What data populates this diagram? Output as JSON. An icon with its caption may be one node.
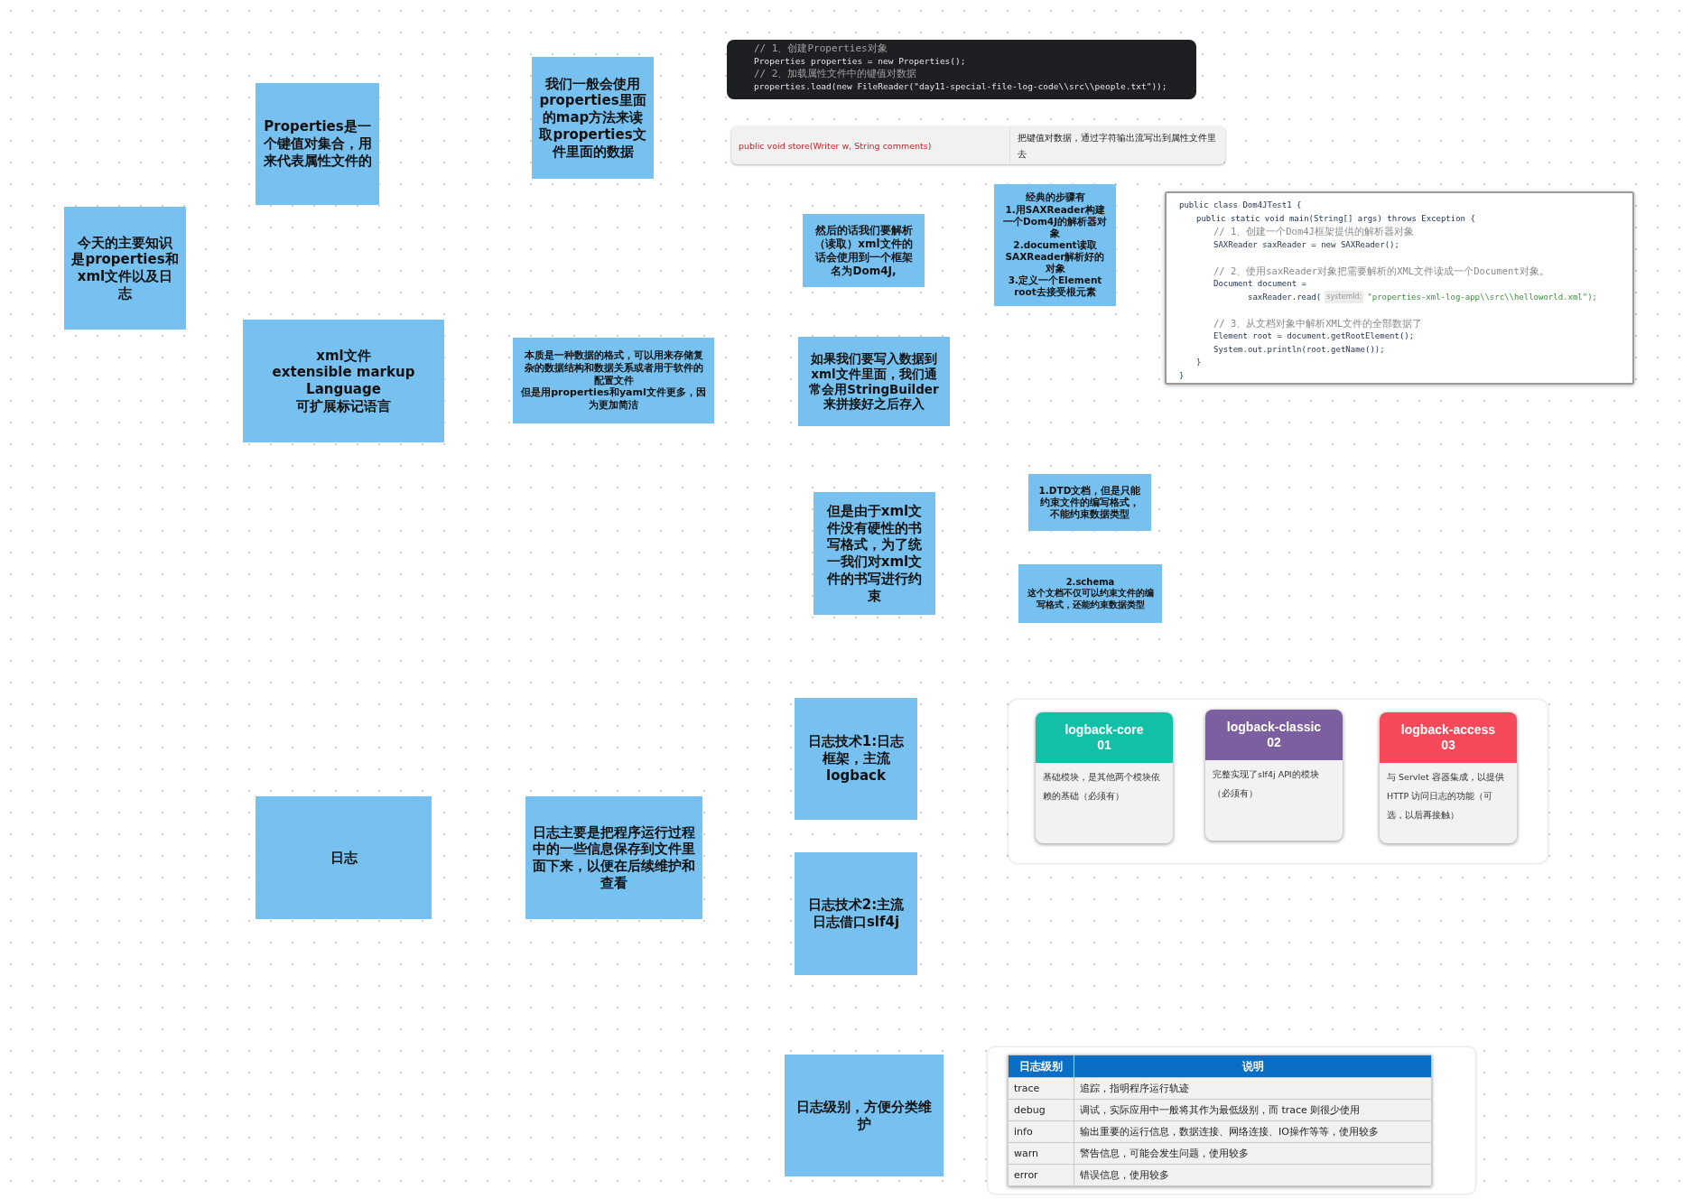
{
  "diagram": {
    "nodes": [
      {
        "text": [
          "今天的主要知识是properties和xml文件以及日志"
        ]
      },
      {
        "text": [
          "Properties是一个键值对集合，用来代表属性文件的"
        ]
      },
      {
        "text": [
          "xml文件",
          "extensible markup Language",
          "可扩展标记语言"
        ]
      },
      {
        "text": [
          "我们一般会使用properties里面的map方法来读取properties文件里面的数据"
        ]
      },
      {
        "text": [
          "本质是一种数据的格式，可以用来存储复杂的数据结构和数据关系或者用于软件的配置文件",
          "但是用properties和yaml文件更多，因为更加简洁"
        ]
      },
      {
        "text": [
          "然后的话我们要解析（读取）xml文件的话会使用到一个框架名为Dom4J,"
        ]
      },
      {
        "text": [
          "经典的步骤有",
          "1.用SAXReader构建一个Dom4J的解析器对象",
          "2.document读取SAXReader解析好的对象",
          "3.定义一个Element root去接受根元素"
        ]
      },
      {
        "text": [
          "如果我们要写入数据到xml文件里面，我们通常会用StringBuilder来拼接好之后存入"
        ]
      },
      {
        "text": [
          "但是由于xml文件没有硬性的书写格式，为了统一我们对xml文件的书写进行约束"
        ]
      },
      {
        "text": [
          "1.DTD文档，但是只能约束文件的编写格式，不能约束数据类型"
        ]
      },
      {
        "text": [
          "2.schema",
          "这个文档不仅可以约束文件的编写格式，还能约束数据类型"
        ]
      },
      {
        "text": [
          "日志技术1:日志框架，主流logback"
        ]
      },
      {
        "text": [
          "logback-core",
          "01",
          "基础模块，是其他两个模块依赖的基础（必须有）"
        ]
      },
      {
        "text": [
          "logback-classic",
          "02",
          "完整实现了slf4j API的模块（必须有）"
        ]
      },
      {
        "text": [
          "logback-access",
          "03",
          "与 Servlet 容器集成，以提供 HTTP 访问日志的功能（可选，以后再接触）"
        ]
      },
      {
        "text": [
          "日志"
        ]
      },
      {
        "text": [
          "日志主要是把程序运行过程中的一些信息保存到文件里面下来，以便在后续维护和查看"
        ]
      },
      {
        "text": [
          "日志技术2:主流日志借口slf4j"
        ]
      },
      {
        "text": [
          "日志级别，方便分类维护"
        ]
      }
    ],
    "labels": [
      "// 1、创建Properties对象",
      "Properties properties = new Properties();",
      "// 2、加载属性文件中的键值对数据",
      "properties.load(new FileReader(\"day11-special-file-log-code\\\\src\\\\people.txt\"));",
      "public void store(Writer w, String comments)",
      "把键值对数据，通过字符输出流写出到属性文件里去",
      "public class Dom4JTest1 {",
      "public static void main(String[] args) throws Exception {",
      "// 1、创建一个Dom4J框架提供的解析器对象",
      "SAXReader saxReader = new SAXReader();",
      "// 2、使用saxReader对象把需要解析的XML文件读成一个Document对象。",
      "Document document =",
      "saxReader.read(",
      "systemId:",
      "\"properties-xml-log-app\\\\src\\\\helloworld.xml\");",
      "// 3、从文档对象中解析XML文件的全部数据了",
      "Element root = document.getRootElement();",
      "System.out.println(root.getName());",
      "}",
      "}",
      "日志级别",
      "说明",
      "trace",
      "追踪，指明程序运行轨迹",
      "debug",
      "调试，实际应用中一般将其作为最低级别，而 trace 则很少使用",
      "info",
      "输出重要的运行信息，数据连接、网络连接、IO操作等等，使用较多",
      "warn",
      "警告信息，可能会发生问题，使用较多",
      "error",
      "错误信息，使用较多"
    ]
  }
}
